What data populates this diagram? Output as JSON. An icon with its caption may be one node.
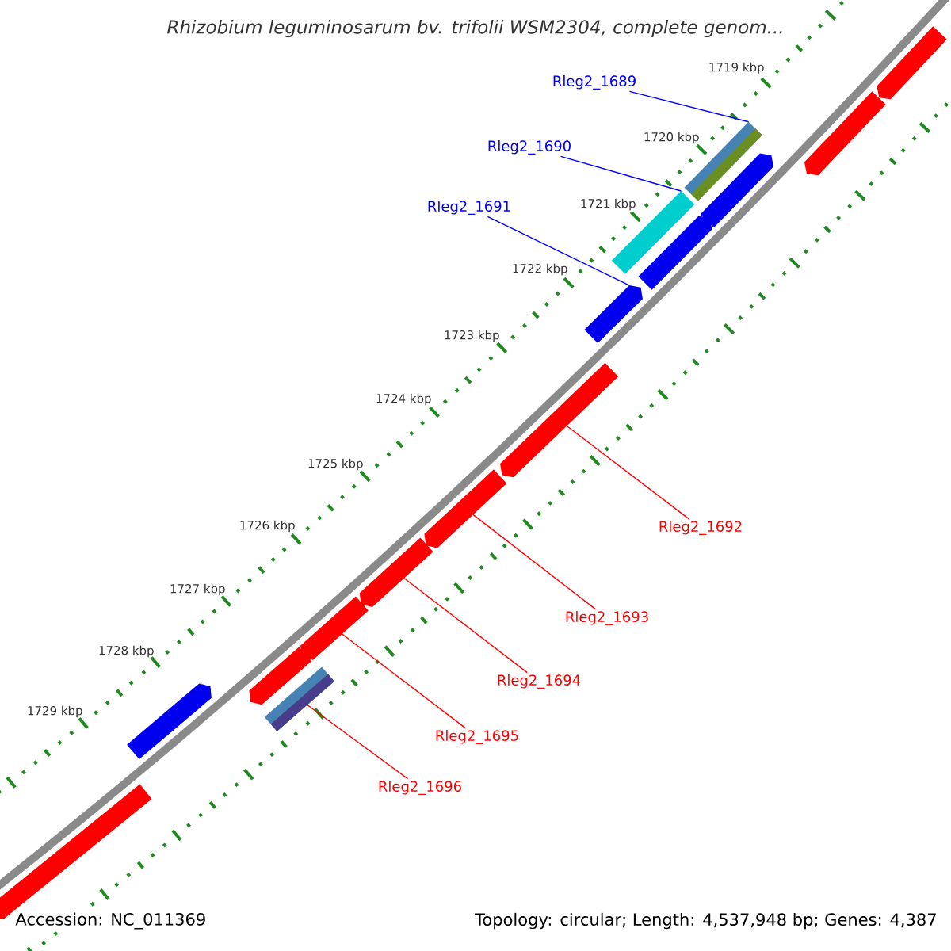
{
  "diagram": {
    "title": "Rhizobium leguminosarum bv. trifolii WSM2304, complete genom...",
    "nodes": [
      {
        "text": [
          "Rleg2_1689"
        ]
      },
      {
        "text": [
          "Rleg2_1690"
        ]
      },
      {
        "text": [
          "Rleg2_1691"
        ]
      },
      {
        "text": [
          "Rleg2_1692"
        ]
      },
      {
        "text": [
          "Rleg2_1693"
        ]
      },
      {
        "text": [
          "Rleg2_1694"
        ]
      },
      {
        "text": [
          "Rleg2_1695"
        ]
      },
      {
        "text": [
          "Rleg2_1696"
        ]
      },
      {
        "text": [],
        "shape": "arrow"
      },
      {
        "text": [],
        "shape": "arrow"
      },
      {
        "text": [],
        "shape": "bar"
      },
      {
        "text": [],
        "shape": "arrow"
      },
      {
        "text": [],
        "shape": "bar"
      },
      {
        "text": [],
        "shape": "arrow"
      },
      {
        "text": [],
        "shape": "arrow"
      },
      {
        "text": [],
        "shape": "arrow"
      },
      {
        "text": [],
        "shape": "arrow"
      },
      {
        "text": [],
        "shape": "arrow"
      },
      {
        "text": [],
        "shape": "arrow"
      },
      {
        "text": [],
        "shape": "arrow"
      },
      {
        "text": [],
        "shape": "bar"
      },
      {
        "text": [],
        "shape": "arrow"
      },
      {
        "text": [],
        "shape": "arrow"
      }
    ],
    "edges": [
      {
        "from": 0,
        "to": 10,
        "arrow": "none",
        "color": "#0000ff"
      },
      {
        "from": 1,
        "to": 12,
        "arrow": "none",
        "color": "#0000ff"
      },
      {
        "from": 2,
        "to": 14,
        "arrow": "none",
        "color": "#0000ff"
      },
      {
        "from": 3,
        "to": 15,
        "arrow": "none"
      },
      {
        "from": 4,
        "to": 16,
        "arrow": "none"
      },
      {
        "from": 5,
        "to": 17,
        "arrow": "none"
      },
      {
        "from": 6,
        "to": 18,
        "arrow": "none"
      },
      {
        "from": 7,
        "to": 20,
        "arrow": "none"
      }
    ],
    "labels": [
      "1719 kbp",
      "1720 kbp",
      "1721 kbp",
      "1722 kbp",
      "1723 kbp",
      "1724 kbp",
      "1725 kbp",
      "1726 kbp",
      "1727 kbp",
      "1728 kbp",
      "1729 kbp",
      "Accession: NC_011369",
      "Topology: circular; Length: 4,537,948 bp; Genes: 4,387"
    ]
  }
}
